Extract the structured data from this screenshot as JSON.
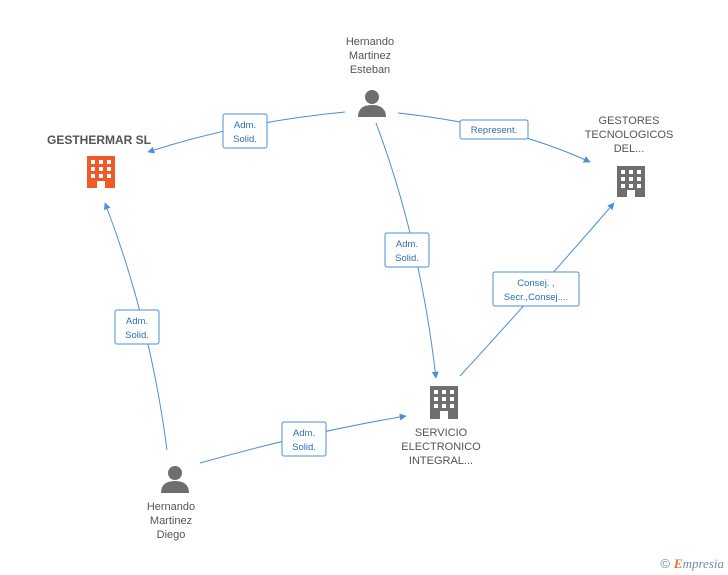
{
  "nodes": {
    "hernando_esteban": {
      "label_lines": [
        "Hernando",
        "Martinez",
        "Esteban"
      ],
      "kind": "person"
    },
    "gesthermar": {
      "label_lines": [
        "GESTHERMAR SL"
      ],
      "kind": "company-focus"
    },
    "gestores": {
      "label_lines": [
        "GESTORES",
        "TECNOLOGICOS",
        "DEL..."
      ],
      "kind": "company"
    },
    "servicio": {
      "label_lines": [
        "SERVICIO",
        "ELECTRONICO",
        "INTEGRAL..."
      ],
      "kind": "company"
    },
    "hernando_diego": {
      "label_lines": [
        "Hernando",
        "Martinez",
        "Diego"
      ],
      "kind": "person"
    }
  },
  "edges": [
    {
      "id": "e1",
      "from": "hernando_esteban",
      "to": "gesthermar",
      "label_lines": [
        "Adm.",
        "Solid."
      ]
    },
    {
      "id": "e2",
      "from": "hernando_esteban",
      "to": "gestores",
      "label_lines": [
        "Represent."
      ]
    },
    {
      "id": "e3",
      "from": "hernando_esteban",
      "to": "servicio",
      "label_lines": [
        "Adm.",
        "Solid."
      ]
    },
    {
      "id": "e4",
      "from": "servicio",
      "to": "gestores",
      "label_lines": [
        "Consej. ,",
        "Secr.,Consej...."
      ]
    },
    {
      "id": "e5",
      "from": "hernando_diego",
      "to": "gesthermar",
      "label_lines": [
        "Adm.",
        "Solid."
      ]
    },
    {
      "id": "e6",
      "from": "hernando_diego",
      "to": "servicio",
      "label_lines": [
        "Adm.",
        "Solid."
      ]
    }
  ],
  "colors": {
    "edge": "#4a90d9",
    "focus_company": "#f05a28",
    "company": "#6e6e6e",
    "person": "#6e6e6e"
  },
  "footer": {
    "copyright_symbol": "©",
    "brand_initial": "E",
    "brand_rest": "mpresia"
  }
}
